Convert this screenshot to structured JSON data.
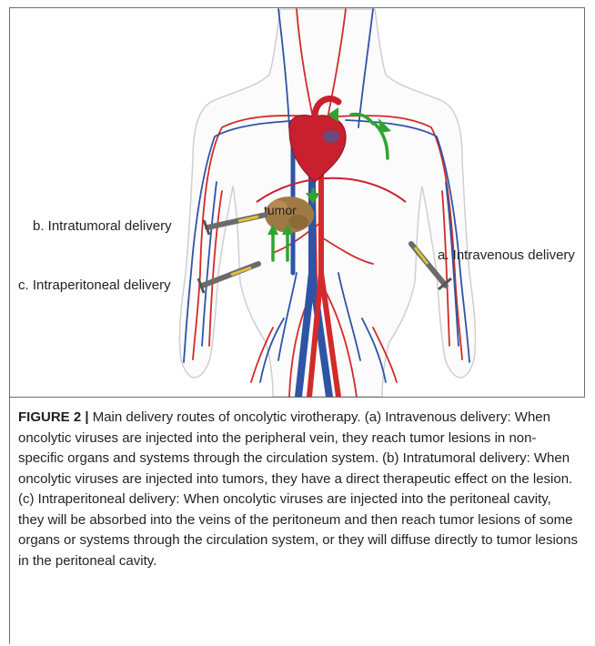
{
  "figure": {
    "labels": {
      "intratumoral": "b. Intratumoral delivery",
      "intravenous": "a. Intravenous delivery",
      "intraperitoneal": "c. Intraperitoneal delivery",
      "tumor": "tumor"
    },
    "colors": {
      "artery": "#d32a2a",
      "vein": "#2e54a6",
      "heart": "#c8202e",
      "tumor": "#a07a44",
      "arrow": "#2fa52f",
      "syringe_fluid": "#e2c234",
      "body_outline": "#cfcfcf"
    }
  },
  "caption": {
    "figure_label": "FIGURE 2 |",
    "text": "Main delivery routes of oncolytic virotherapy. (a) Intravenous delivery: When oncolytic viruses are injected into the peripheral vein, they reach tumor lesions in non-specific organs and systems through the circulation system. (b) Intratumoral delivery: When oncolytic viruses are injected into tumors, they have a direct therapeutic effect on the lesion. (c) Intraperitoneal delivery: When oncolytic viruses are injected into the peritoneal cavity, they will be absorbed into the veins of the peritoneum and then reach tumor lesions of some organs or systems through the circulation system, or they will diffuse directly to tumor lesions in the peritoneal cavity."
  }
}
